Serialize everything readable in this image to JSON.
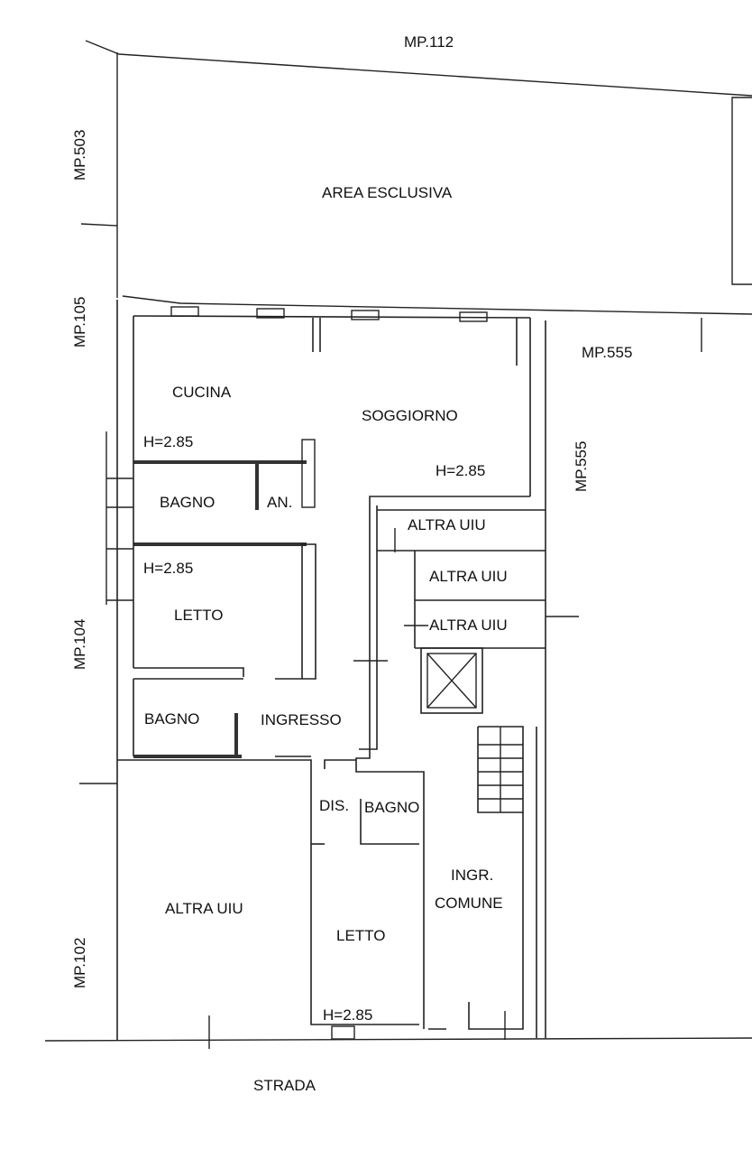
{
  "parcels": {
    "top": "MP.112",
    "left_top": "MP.503",
    "left_mid": "MP.105",
    "left_lower": "MP.104",
    "left_bottom": "MP.102",
    "right_horizontal": "MP.555",
    "right_vertical": "MP.555"
  },
  "street": "STRADA",
  "rooms": {
    "area": "AREA ESCLUSIVA",
    "cucina": "CUCINA",
    "soggiorno": "SOGGIORNO",
    "bagno1": "BAGNO",
    "an": "AN.",
    "letto1": "LETTO",
    "bagno2": "BAGNO",
    "ingresso": "INGRESSO",
    "dis": "DIS.",
    "bagno3": "BAGNO",
    "letto2": "LETTO",
    "altra_uiu_left": "ALTRA UIU",
    "altra_uiu_1": "ALTRA UIU",
    "altra_uiu_2": "ALTRA UIU",
    "altra_uiu_3": "ALTRA UIU",
    "ingr_comune_1": "INGR.",
    "ingr_comune_2": "COMUNE"
  },
  "heights": {
    "cucina": "H=2.85",
    "soggiorno": "H=2.85",
    "letto1": "H=2.85",
    "letto2": "H=2.85"
  }
}
